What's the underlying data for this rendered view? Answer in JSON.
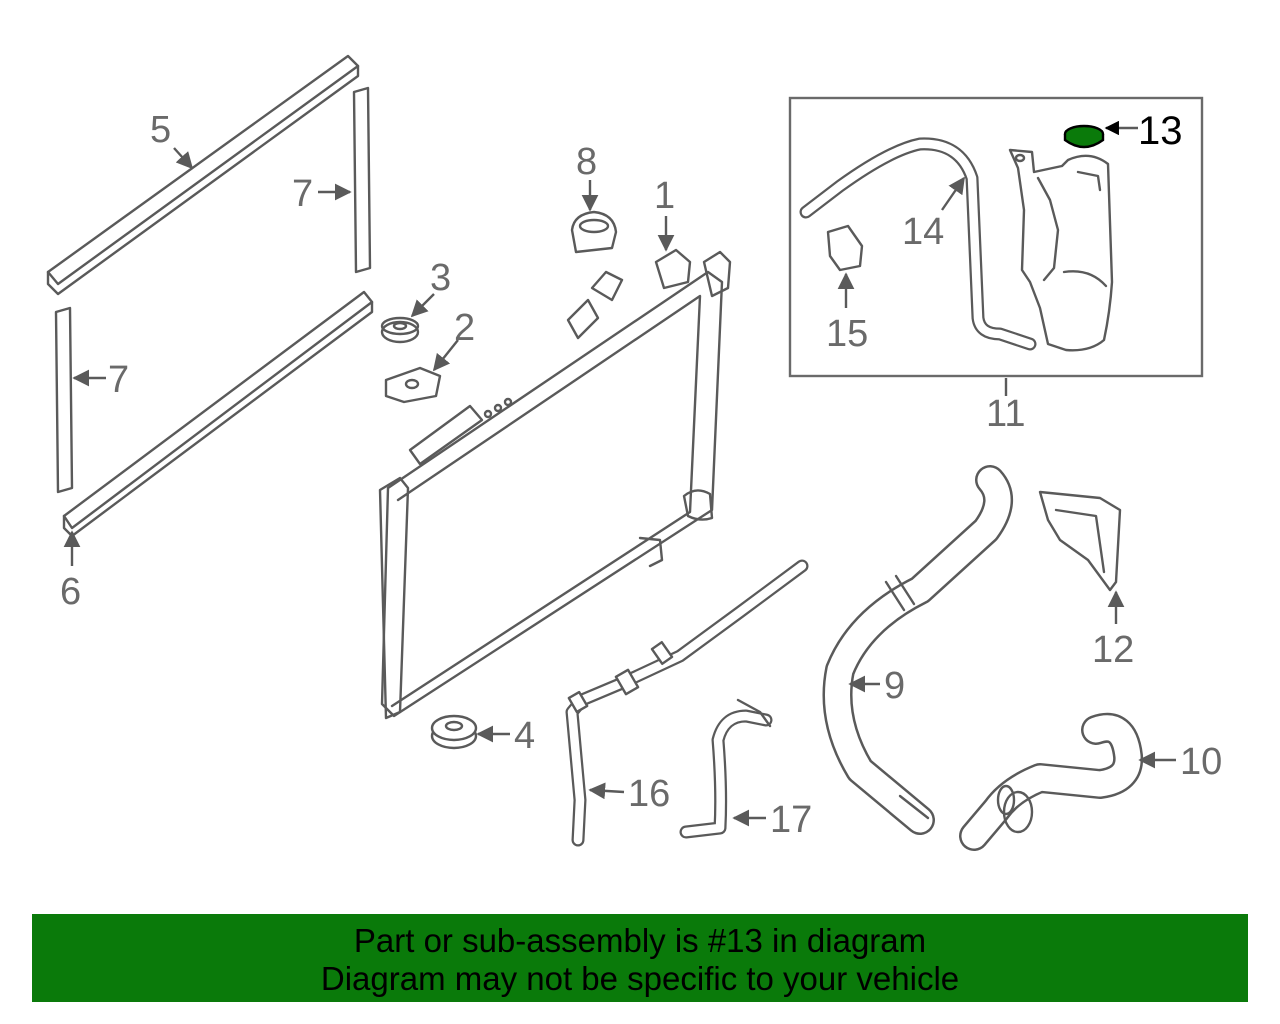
{
  "diagram": {
    "callouts": {
      "c1": "1",
      "c2": "2",
      "c3": "3",
      "c4": "4",
      "c5": "5",
      "c6": "6",
      "c7a": "7",
      "c7b": "7",
      "c8": "8",
      "c9": "9",
      "c10": "10",
      "c11": "11",
      "c12": "12",
      "c13": "13",
      "c14": "14",
      "c15": "15",
      "c16": "16",
      "c17": "17"
    },
    "highlight_color": "#0a7a0a",
    "highlighted_part": "13"
  },
  "banner": {
    "line1": "Part or sub-assembly is #13 in diagram",
    "line2": "Diagram may not be specific to your vehicle"
  }
}
